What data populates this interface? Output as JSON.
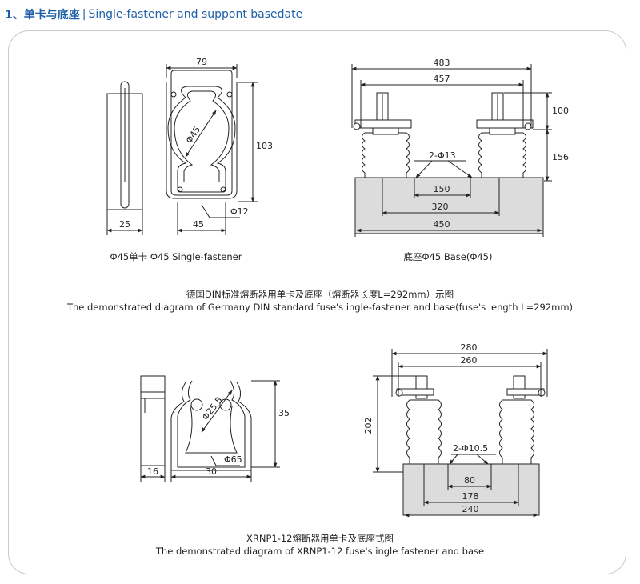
{
  "header": {
    "title_cn": "1、单卡与底座",
    "title_en": "Single-fastener and suppont basedate"
  },
  "figure1": {
    "dims": {
      "w79": "79",
      "h103": "103",
      "d45": "Φ45",
      "w25": "25",
      "w45": "45",
      "d12": "Φ12"
    },
    "caption": "Φ45单卡 Φ45 Single-fastener"
  },
  "figure2": {
    "dims": {
      "w483": "483",
      "w457": "457",
      "h100": "100",
      "h156": "156",
      "holes": "2-Φ13",
      "w150": "150",
      "w320": "320",
      "w450": "450"
    },
    "caption": "底座Φ45 Base(Φ45)"
  },
  "section1_caption": {
    "cn": "德国DIN标准熔断器用单卡及底座（熔断器长度L=292mm）示图",
    "en": "The demonstrated diagram of Germany DIN standard fuse's ingle-fastener and base(fuse's length L=292mm)"
  },
  "figure3": {
    "dims": {
      "d255": "Φ25.5",
      "h35": "35",
      "d65": "Φ65",
      "w16": "16",
      "w30": "30"
    }
  },
  "figure4": {
    "dims": {
      "w280": "280",
      "w260": "260",
      "h202": "202",
      "holes": "2-Φ10.5",
      "w80": "80",
      "w178": "178",
      "w240": "240"
    }
  },
  "section2_caption": {
    "cn": "XRNP1-12熔断器用单卡及底座式图",
    "en": "The demonstrated diagram of XRNP1-12 fuse's ingle fastener and base"
  },
  "colors": {
    "title_blue": "#1f5fa8",
    "line": "#222222",
    "base_fill": "#dcdcdc",
    "panel_border": "#c9c9c9"
  }
}
